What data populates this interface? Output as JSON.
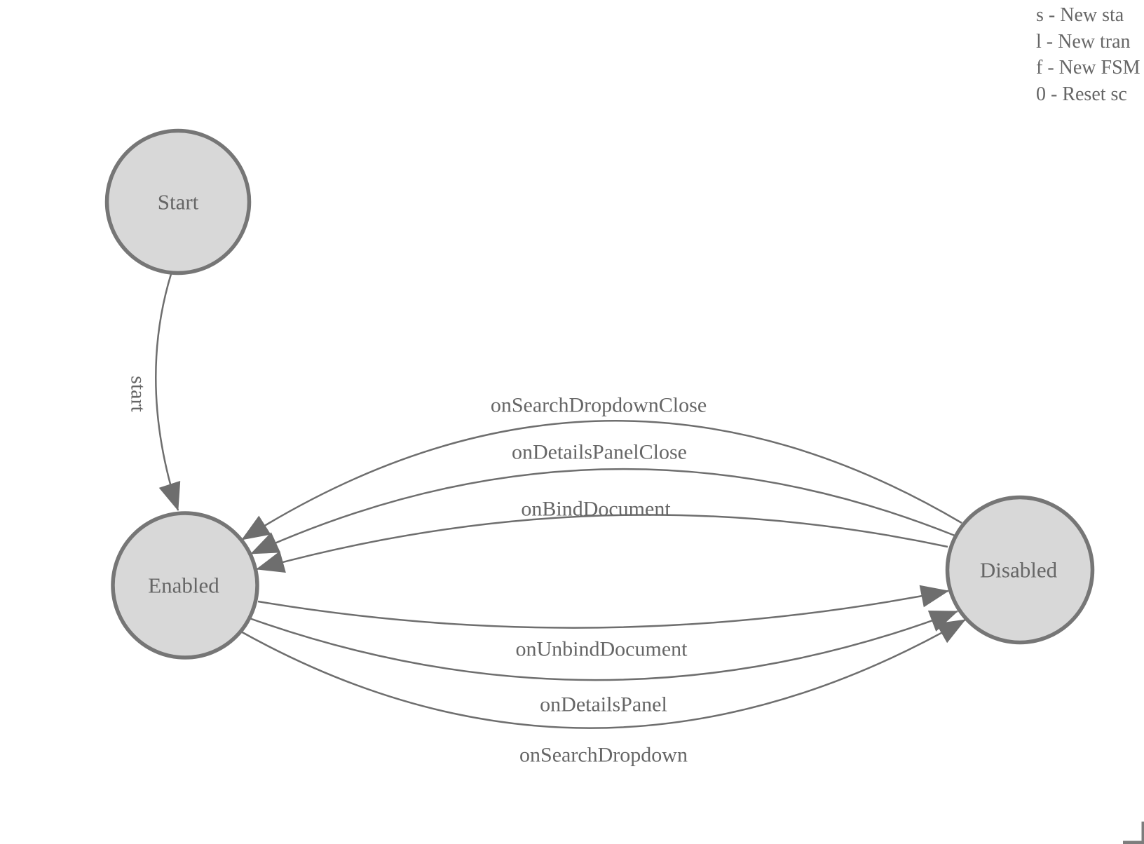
{
  "fsm": {
    "states": [
      {
        "label": "Start"
      },
      {
        "label": "Enabled"
      },
      {
        "label": "Disabled"
      }
    ],
    "transitions": [
      {
        "label": "start",
        "from": "Start",
        "to": "Enabled"
      },
      {
        "label": "onSearchDropdownClose",
        "from": "Disabled",
        "to": "Enabled"
      },
      {
        "label": "onDetailsPanelClose",
        "from": "Disabled",
        "to": "Enabled"
      },
      {
        "label": "onBindDocument",
        "from": "Disabled",
        "to": "Enabled"
      },
      {
        "label": "onUnbindDocument",
        "from": "Enabled",
        "to": "Disabled"
      },
      {
        "label": "onDetailsPanel",
        "from": "Enabled",
        "to": "Disabled"
      },
      {
        "label": "onSearchDropdown",
        "from": "Enabled",
        "to": "Disabled"
      }
    ]
  },
  "legend": {
    "lines": [
      "s - New sta",
      "l - New tran",
      "f - New FSM",
      "0 - Reset sc"
    ]
  },
  "colors": {
    "node_fill": "#d8d8d8",
    "node_stroke": "#767676",
    "edge": "#6e6e6e",
    "text": "#666666"
  }
}
